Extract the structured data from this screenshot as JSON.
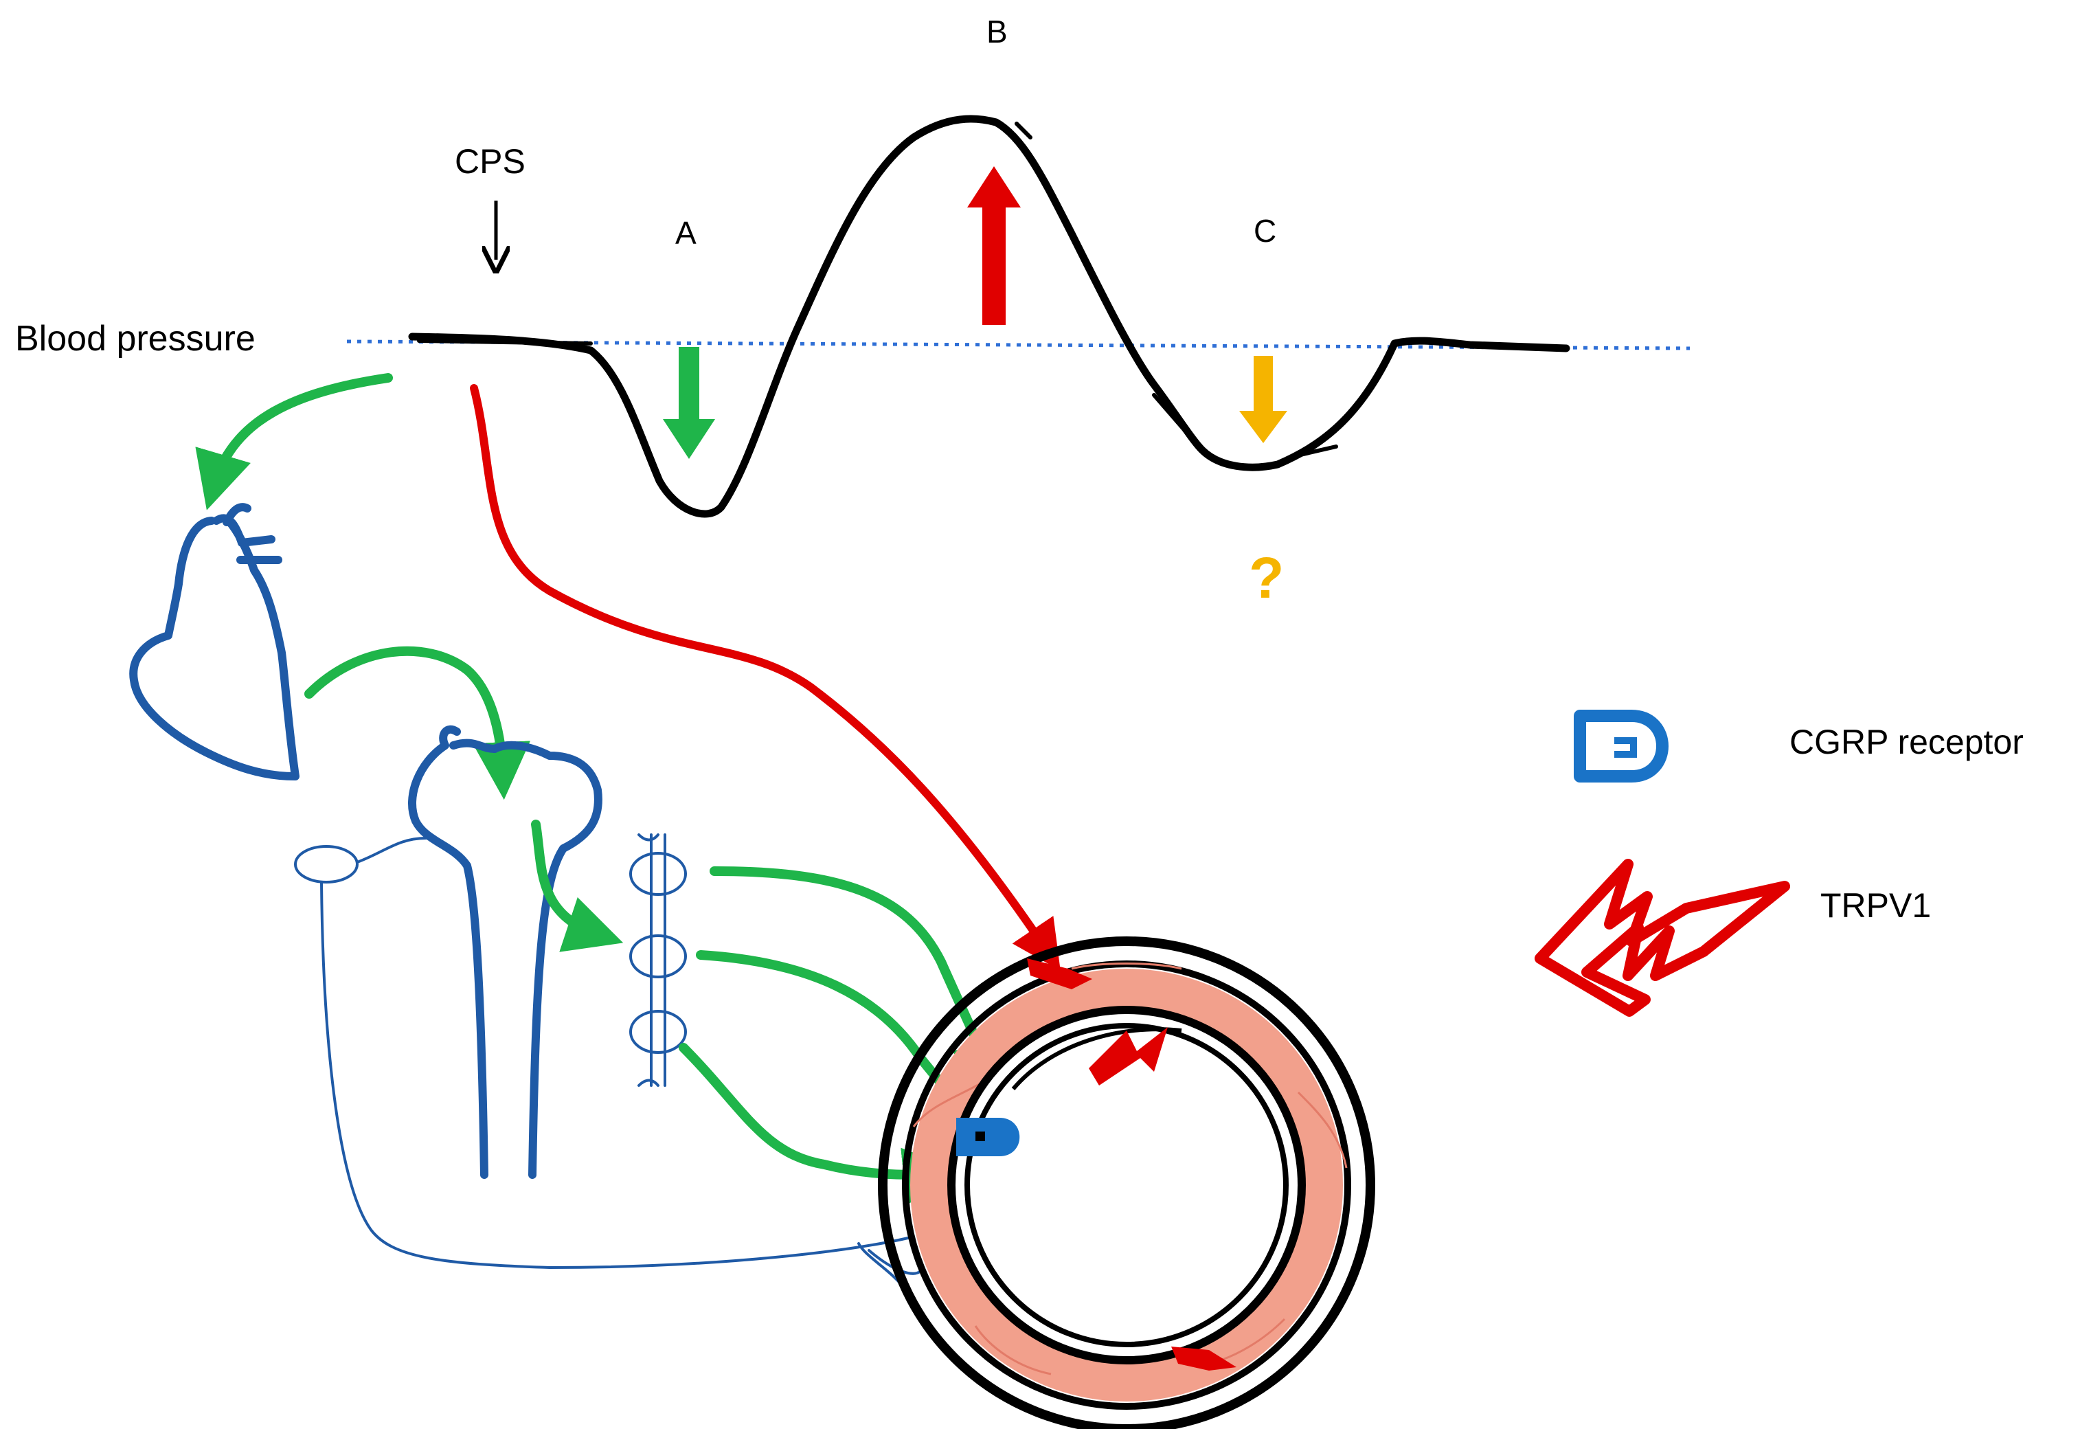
{
  "labels": {
    "cps": "CPS",
    "a": "A",
    "b": "B",
    "c": "C",
    "blood_pressure": "Blood pressure",
    "question": "?",
    "cgrp_receptor": "CGRP receptor",
    "trpv1": "TRPV1"
  },
  "colors": {
    "curve": "#000000",
    "baseline": "#2f6fd6",
    "green_arrow": "#1fb54a",
    "red_arrow": "#e00000",
    "yellow_arrow": "#f5b400",
    "question": "#f5b400",
    "anatomy_blue": "#1f5aa6",
    "receptor_blue": "#1a73c7",
    "vessel_muscle": "#f2a08c"
  },
  "icons": {
    "cgrp_receptor": "cgrp-receptor-icon",
    "trpv1": "trpv1-icon",
    "heart": "heart-icon",
    "brainstem": "brainstem-icon",
    "ganglia": "sympathetic-ganglia-icon",
    "vessel": "blood-vessel-icon"
  }
}
